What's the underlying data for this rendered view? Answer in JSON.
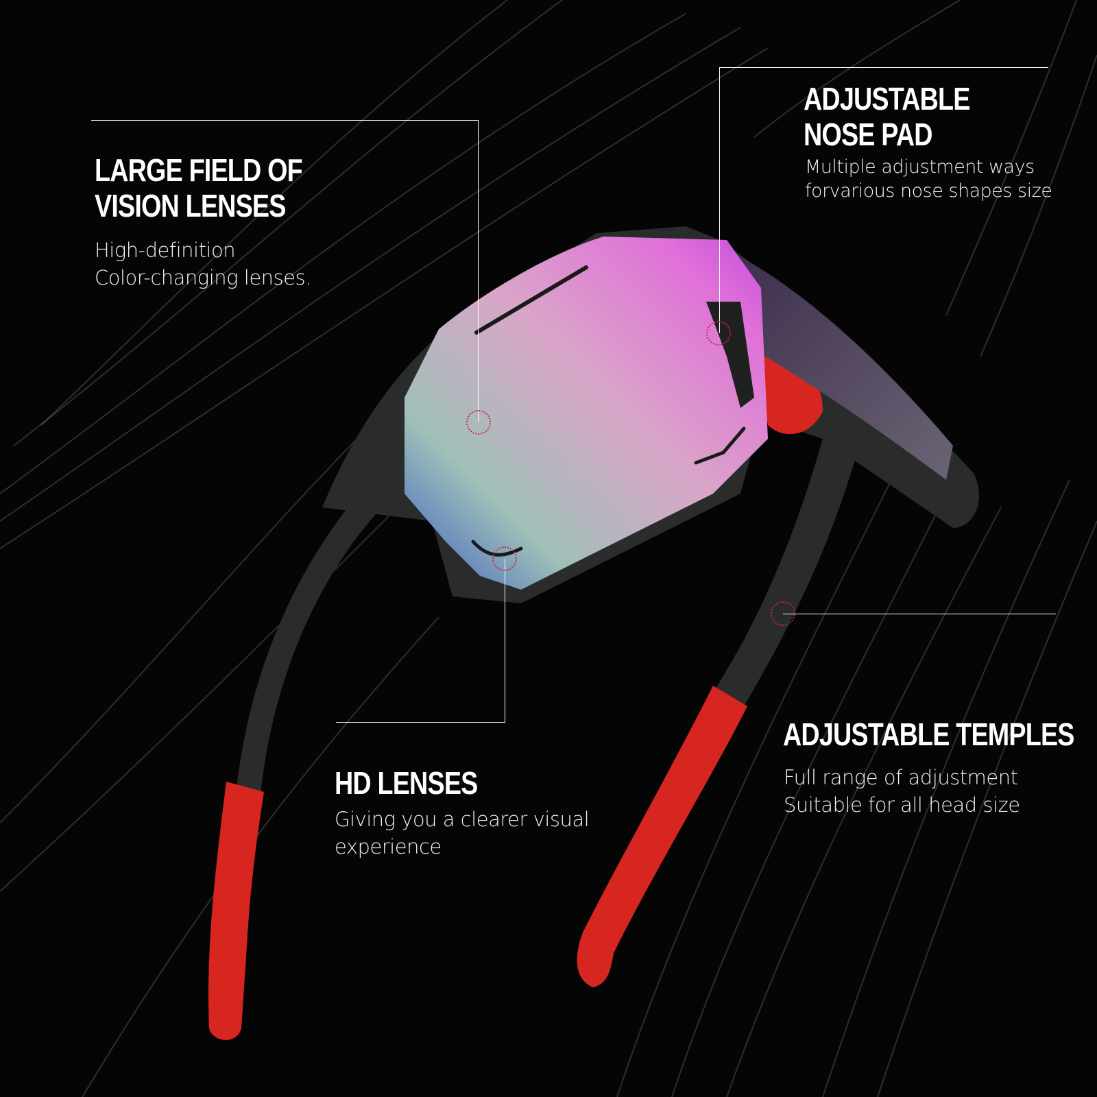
{
  "features": [
    {
      "id": "large-field",
      "title_lines": [
        "LARGE FIELD OF",
        "VISION LENSES"
      ],
      "desc_lines": [
        "High-definition",
        "Color-changing lenses."
      ]
    },
    {
      "id": "nose-pad",
      "title_lines": [
        "ADJUSTABLE",
        "NOSE PAD"
      ],
      "desc_lines": [
        "Multiple adjustment ways",
        "forvarious nose shapes size"
      ]
    },
    {
      "id": "hd-lenses",
      "title_lines": [
        "HD LENSES"
      ],
      "desc_lines": [
        "Giving you a clearer visual",
        "experience"
      ]
    },
    {
      "id": "temples",
      "title_lines": [
        "ADJUSTABLE TEMPLES"
      ],
      "desc_lines": [
        "Full range of adjustment",
        "Suitable for all head size"
      ]
    }
  ],
  "colors": {
    "background": "#050505",
    "frame": "#2a2b2b",
    "temple_tip": "#d7261f",
    "marker": "#d0244a",
    "lens_pink": "#e070d8",
    "lens_blue": "#3a5cc0"
  }
}
